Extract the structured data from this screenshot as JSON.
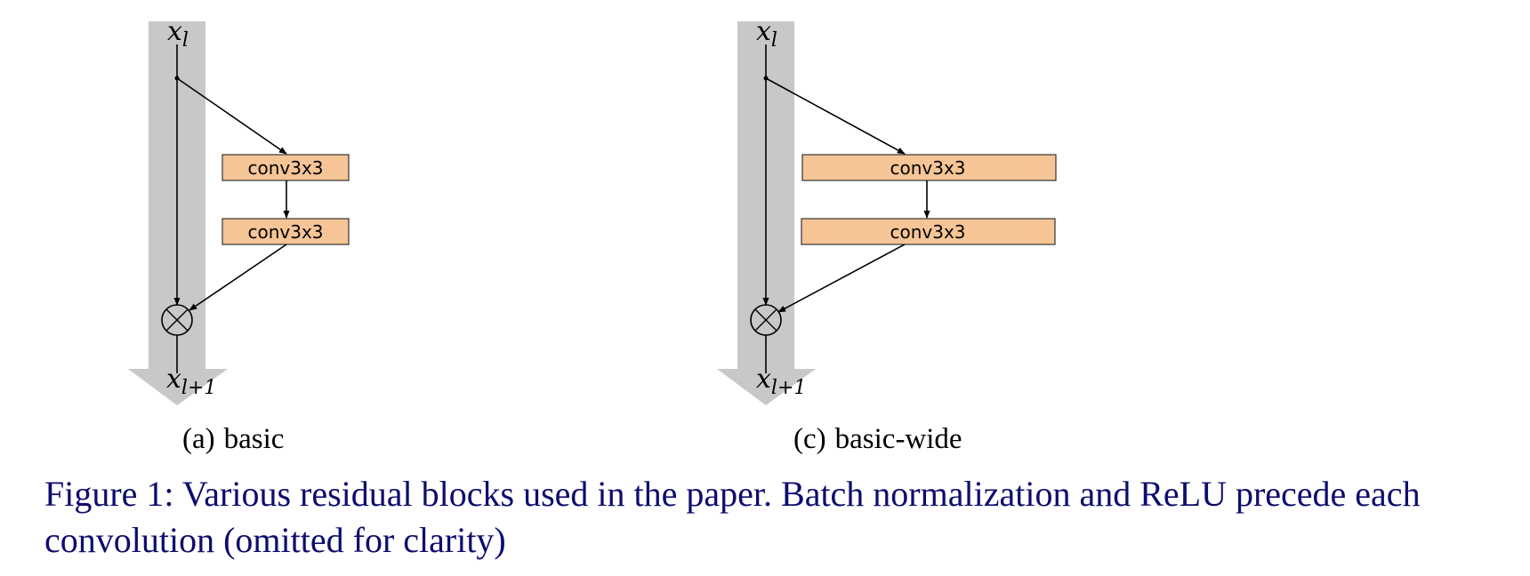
{
  "panels": [
    {
      "id": "a",
      "input_var": "x",
      "input_sub": "l",
      "output_var": "x",
      "output_sub": "l+1",
      "blocks": [
        "conv3x3",
        "conv3x3"
      ],
      "subcaption_letter": "(a)",
      "subcaption_text": "basic"
    },
    {
      "id": "c",
      "input_var": "x",
      "input_sub": "l",
      "output_var": "x",
      "output_sub": "l+1",
      "blocks": [
        "conv3x3",
        "conv3x3"
      ],
      "subcaption_letter": "(c)",
      "subcaption_text": "basic-wide"
    }
  ],
  "caption": "Figure 1: Various residual blocks used in the paper. Batch normalization and ReLU precede each convolution (omitted for clarity)",
  "colors": {
    "trunk": "#c8c8c8",
    "conv_fill": "#f5c596",
    "caption": "#0d0d6e",
    "line": "#000000"
  }
}
